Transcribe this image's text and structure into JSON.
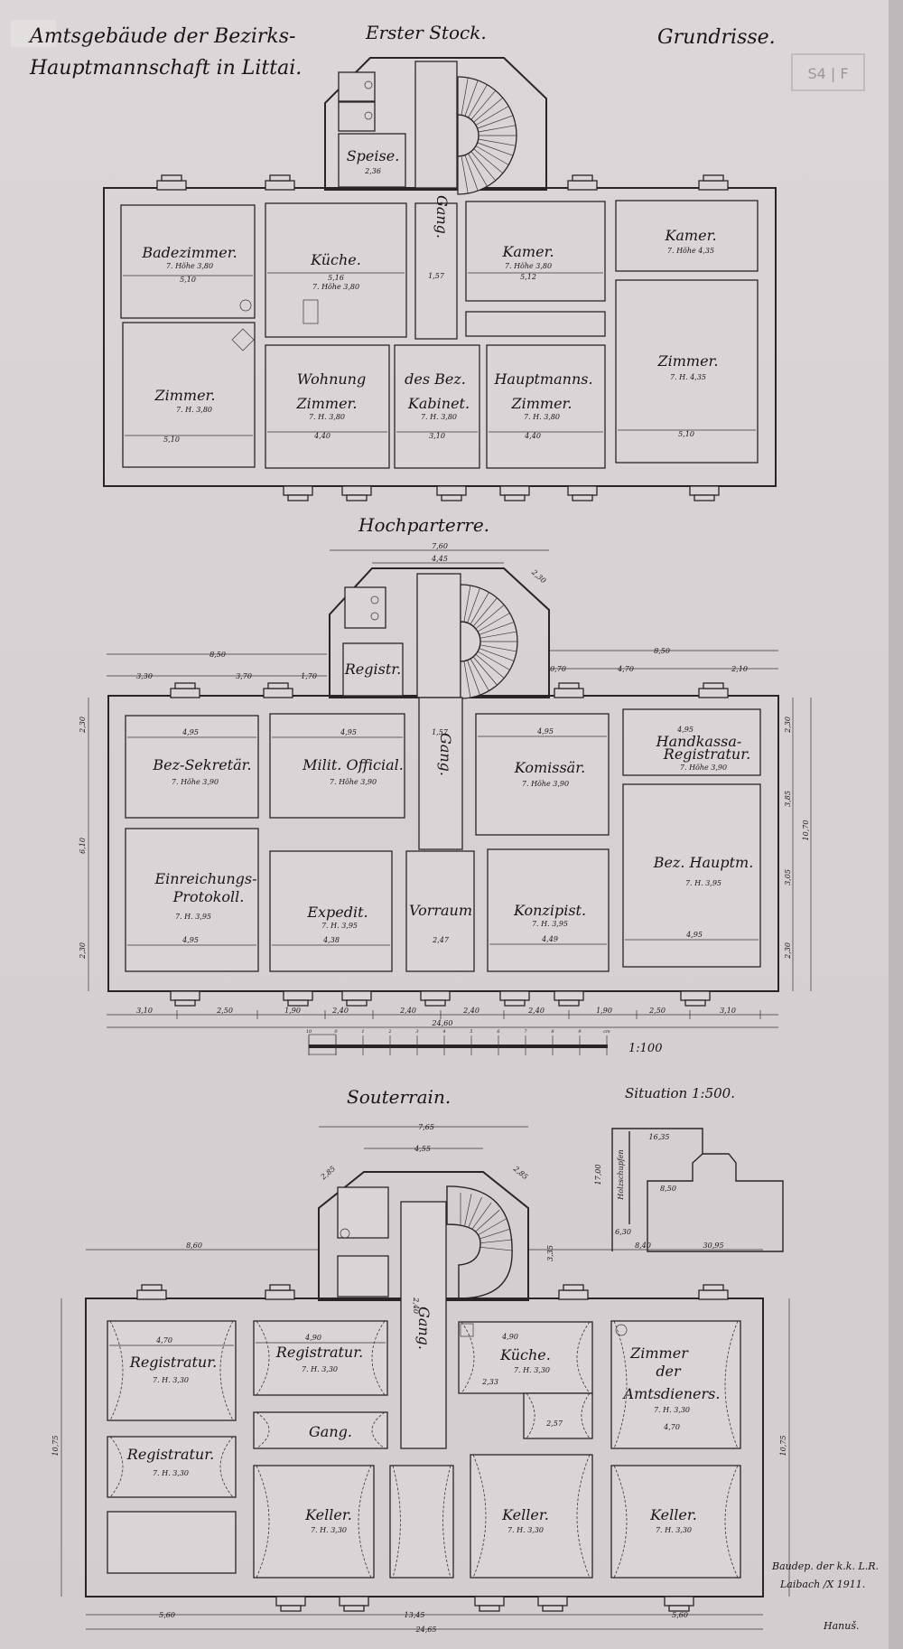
{
  "header": {
    "title_line1": "Amtsgebäude der Bezirks-",
    "title_line2": "Hauptmannschaft in Littai.",
    "sheet_title": "Grundrisse.",
    "stamp": "S4 | F"
  },
  "upper": {
    "title": "Erster Stock.",
    "rooms": {
      "speise": {
        "name": "Speise.",
        "dim": "2,36"
      },
      "bad": {
        "name": "Badezimmer.",
        "height": "7. Höhe 3,80",
        "dim": "5,10"
      },
      "kueche": {
        "name": "Küche.",
        "height": "7. Höhe 3,80",
        "dim": "5,16"
      },
      "gang": {
        "name": "Gang.",
        "dim": "1,57"
      },
      "kamer1": {
        "name": "Kamer.",
        "height": "7. Höhe 3,80",
        "dim": "5,12"
      },
      "kamer2": {
        "name": "Kamer.",
        "height": "7. Höhe 4,35"
      },
      "zimmer_left": {
        "name": "Zimmer.",
        "height": "7. H. 3,80",
        "dim": "5,10"
      },
      "zimmer_right": {
        "name": "Zimmer.",
        "height": "7. H. 4,35",
        "dim": "5,10"
      },
      "wohnung": {
        "line1": "Wohnung",
        "name": "Zimmer.",
        "height": "7. H. 3,80",
        "dim": "4,40"
      },
      "kabinet": {
        "line1": "des Bez.",
        "name": "Kabinet.",
        "height": "7. H. 3,80",
        "dim": "3,10"
      },
      "hauptmann": {
        "line1": "Hauptmanns.",
        "name": "Zimmer.",
        "height": "7. H. 3,80",
        "dim": "4,40"
      }
    }
  },
  "middle": {
    "title": "Hochparterre.",
    "dims_top": {
      "overall": "7,60",
      "tower": "4,45",
      "diag": "2,30",
      "left": "8,50",
      "l1": "3,30",
      "l2": "3,70",
      "l3": "1,70",
      "right": "8,50",
      "r0": "0,70",
      "r1": "4,70",
      "r2": "2,10"
    },
    "dims_side": {
      "left_total": "6,10",
      "left_a": "2,30",
      "left_b": "2,30",
      "right_a": "2,30",
      "right_b": "3,85",
      "right_c": "3,05",
      "right_d": "2,30",
      "total": "10,70"
    },
    "dims_bottom": [
      "3,10",
      "2,50",
      "1,90",
      "2,40",
      "2,40",
      "2,40",
      "2,40",
      "1,90",
      "2,50",
      "3,10"
    ],
    "total": "24,60",
    "scale": {
      "label": "1:100",
      "ticks": [
        "10",
        "0",
        "1",
        "2",
        "3",
        "4",
        "5",
        "6",
        "7",
        "8",
        "9",
        "cm"
      ]
    },
    "rooms": {
      "registr": {
        "name": "Registr."
      },
      "sekretaer": {
        "name": "Bez-Sekretär.",
        "height": "7. Höhe 3,90",
        "dim": "4,95"
      },
      "official": {
        "name": "Milit. Official.",
        "height": "7. Höhe 3,90",
        "dim": "4,95"
      },
      "gang": {
        "name": "Gang.",
        "dim": "1,57"
      },
      "komissaer": {
        "name": "Komissär.",
        "height": "7. Höhe 3,90",
        "dim": "4,95"
      },
      "handkassa": {
        "line1": "Handkassa-",
        "name": "Registratur.",
        "height": "7. Höhe 3,90",
        "dim": "4,95"
      },
      "einreichung": {
        "line1": "Einreichungs-",
        "name": "Protokoll.",
        "height": "7. H. 3,95",
        "dim": "4,95"
      },
      "expedit": {
        "name": "Expedit.",
        "height": "7. H. 3,95",
        "dim": "4,38"
      },
      "vorraum": {
        "name": "Vorraum",
        "dim": "2,47"
      },
      "konzipist": {
        "name": "Konzipist.",
        "height": "7. H. 3,95",
        "dim": "4,49"
      },
      "hauptmann": {
        "name": "Bez. Hauptm.",
        "height": "7. H. 3,95",
        "dim": "4,95"
      }
    }
  },
  "lower": {
    "title": "Souterrain.",
    "dims_top": {
      "overall": "7,65",
      "tower": "4,55",
      "diag_l": "2,85",
      "diag_r": "2,85",
      "left": "8,60",
      "right": "8,40",
      "side": "3,35"
    },
    "dims_side": {
      "left": "10,75",
      "right": "10,75"
    },
    "dims_bottom": {
      "left": "5,60",
      "middle": "13,45",
      "right": "5,60",
      "total": "24,65"
    },
    "rooms": {
      "reg1": {
        "name": "Registratur.",
        "height": "7. H. 3,30",
        "dim": "4,70"
      },
      "reg2": {
        "name": "Registratur.",
        "height": "7. H. 3,30"
      },
      "reg3": {
        "name": "Registratur.",
        "height": "7. H. 3,30",
        "dim": "4,90"
      },
      "gang": {
        "name": "Gang."
      },
      "gang_v": {
        "name": "Gang.",
        "dim": "2,40"
      },
      "kueche": {
        "name": "Küche.",
        "height": "7. H. 3,30",
        "dim": "4,90",
        "dim2": "2,33",
        "dim3": "2,57"
      },
      "amtsdiener": {
        "line1": "Zimmer",
        "line2": "der",
        "name": "Amtsdieners.",
        "height": "7. H. 3,30",
        "dim": "4,70"
      },
      "keller1": {
        "name": "Keller.",
        "height": "7. H. 3,30"
      },
      "keller2": {
        "name": "Keller.",
        "height": "7. H. 3,30"
      },
      "keller3": {
        "name": "Keller.",
        "height": "7. H. 3,30"
      }
    }
  },
  "situation": {
    "title": "Situation 1:500.",
    "label": "Holzschupfen",
    "dims": {
      "top": "16,35",
      "left": "17,00",
      "mid": "8,50",
      "small": "6,30",
      "bottom": "30,95"
    }
  },
  "signature": {
    "line1": "Baudep. der k.k. L.R.",
    "line2": "Laibach /X 1911.",
    "name": "Hanuš."
  }
}
